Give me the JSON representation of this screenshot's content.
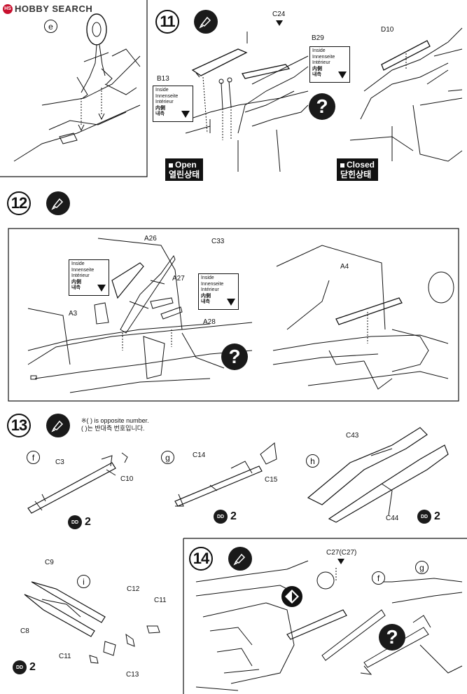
{
  "watermark": {
    "brand": "HOBBY SEARCH",
    "disc": "HS"
  },
  "steps": {
    "s11": "11",
    "s12": "12",
    "s13": "13",
    "s14": "14"
  },
  "inside_box": {
    "en": "Inside",
    "de": "Innenseite",
    "fr": "Intérieur",
    "ja": "内側",
    "ko": "내측"
  },
  "state_open": {
    "en": "Open",
    "ko": "열린상태"
  },
  "state_closed": {
    "en": "Closed",
    "ko": "닫힌상태"
  },
  "question_mark": "?",
  "note": {
    "en": "※( ) is opposite number.",
    "ko": "( )는 반대측 번호입니다."
  },
  "qty_symbol": "DD",
  "qty_value": "2",
  "sub_steps": {
    "e": "e",
    "f": "f",
    "g": "g",
    "h": "h",
    "i": "i"
  },
  "parts": {
    "C24": "C24",
    "B29": "B29",
    "B13": "B13",
    "D10": "D10",
    "A26": "A26",
    "C33": "C33",
    "A27": "A27",
    "A3": "A3",
    "A28": "A28",
    "A4": "A4",
    "C3": "C3",
    "C10": "C10",
    "C14": "C14",
    "C15": "C15",
    "C43": "C43",
    "C44": "C44",
    "C9": "C9",
    "C8": "C8",
    "C12": "C12",
    "C11a": "C11",
    "C11b": "C11",
    "C13": "C13",
    "C27": "C27(C27)"
  },
  "colors": {
    "ink": "#111111",
    "logo_red": "#c8102e"
  }
}
